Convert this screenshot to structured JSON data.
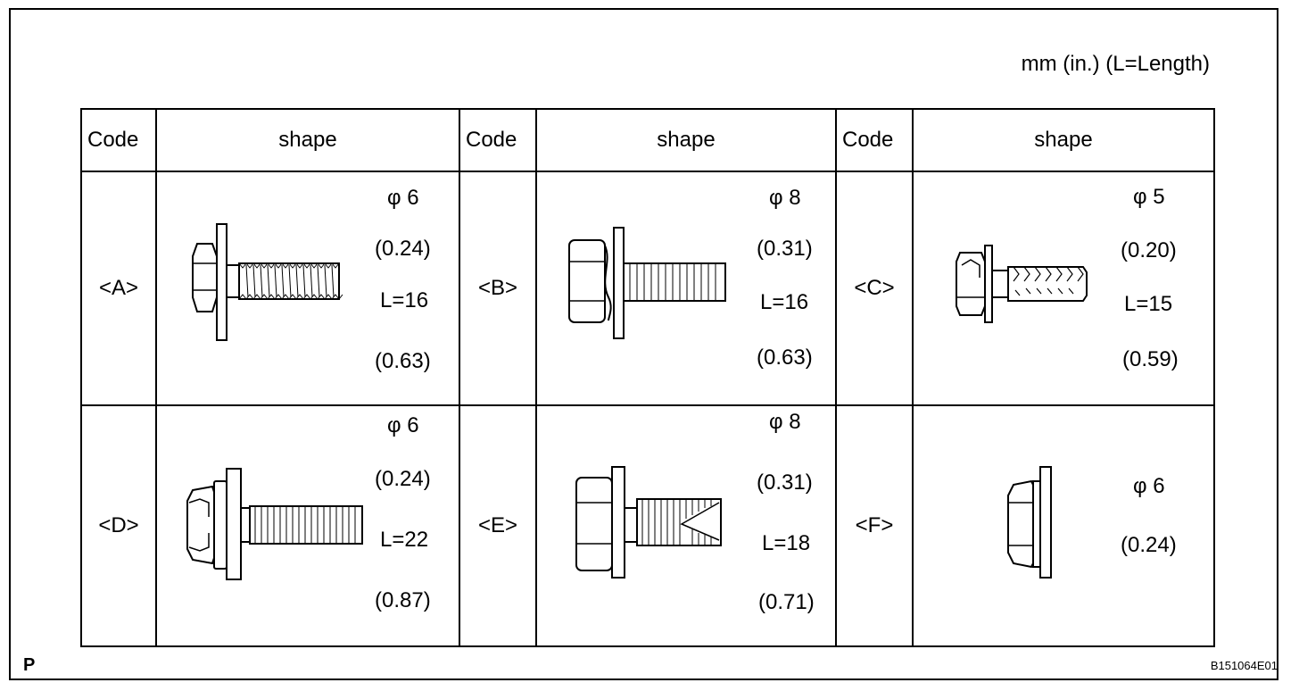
{
  "units_note": "mm (in.) (L=Length)",
  "page_tag": "P",
  "figure_id": "B151064E01",
  "headers": {
    "code": "Code",
    "shape": "shape"
  },
  "bolts": [
    {
      "code": "<A>",
      "diameter": "φ 6",
      "diameter_in": "(0.24)",
      "length": "L=16",
      "length_in": "(0.63)"
    },
    {
      "code": "<B>",
      "diameter": "φ 8",
      "diameter_in": "(0.31)",
      "length": "L=16",
      "length_in": "(0.63)"
    },
    {
      "code": "<C>",
      "diameter": "φ 5",
      "diameter_in": "(0.20)",
      "length": "L=15",
      "length_in": "(0.59)"
    },
    {
      "code": "<D>",
      "diameter": "φ 6",
      "diameter_in": "(0.24)",
      "length": "L=22",
      "length_in": "(0.87)"
    },
    {
      "code": "<E>",
      "diameter": "φ 8",
      "diameter_in": "(0.31)",
      "length": "L=18",
      "length_in": "(0.71)"
    },
    {
      "code": "<F>",
      "diameter": "φ 6",
      "diameter_in": "(0.24)"
    }
  ]
}
